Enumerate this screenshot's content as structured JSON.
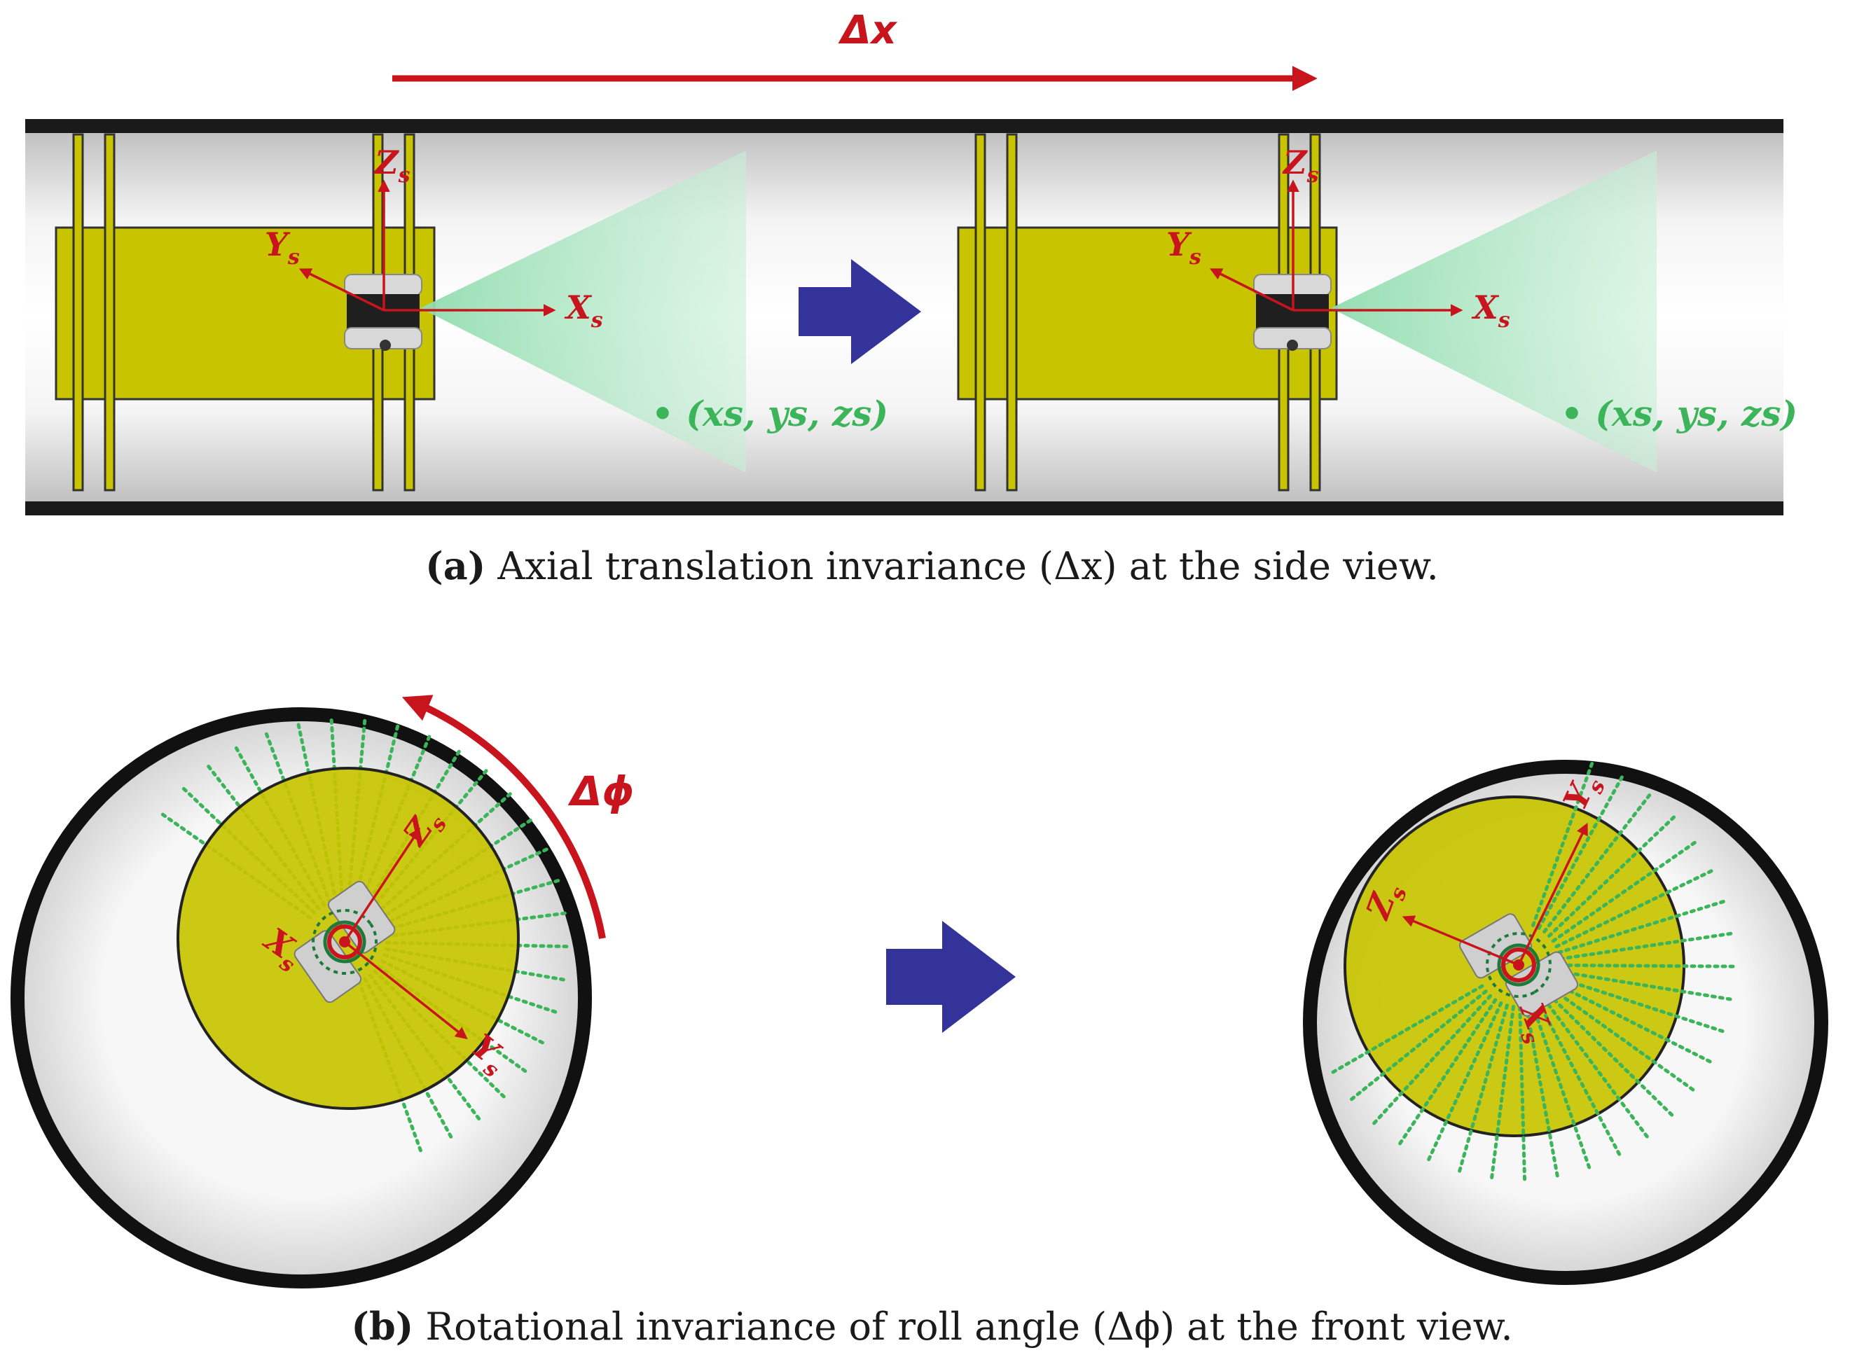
{
  "colors": {
    "pipe_wall": "#1a1a1a",
    "pipe_fill": "#eaeaea",
    "robot_body": "#c8c400",
    "lidar_fov": "#7fd6a0",
    "axis_red": "#c8141c",
    "transition_arrow": "#33339a",
    "scan_points": "#3cb45a"
  },
  "icons": {
    "transition": "right-arrow-icon",
    "translation": "long-right-arrow-icon",
    "rotation": "curved-arrow-icon",
    "sensor": "lidar-sensor-icon"
  },
  "panel_a": {
    "delta_label": "Δx",
    "axes": {
      "x": "X",
      "y": "Y",
      "z": "Z",
      "subscript": "s"
    },
    "point_label": "• (xs, ys, zs)",
    "caption_label": "(a)",
    "caption_text": "Axial translation invariance (Δx) at the side view."
  },
  "panel_b": {
    "delta_label": "Δϕ",
    "axes": {
      "x": "X",
      "y": "Y",
      "z": "Z",
      "subscript": "s"
    },
    "caption_label": "(b)",
    "caption_text": "Rotational invariance of roll angle (Δϕ) at the front view."
  }
}
